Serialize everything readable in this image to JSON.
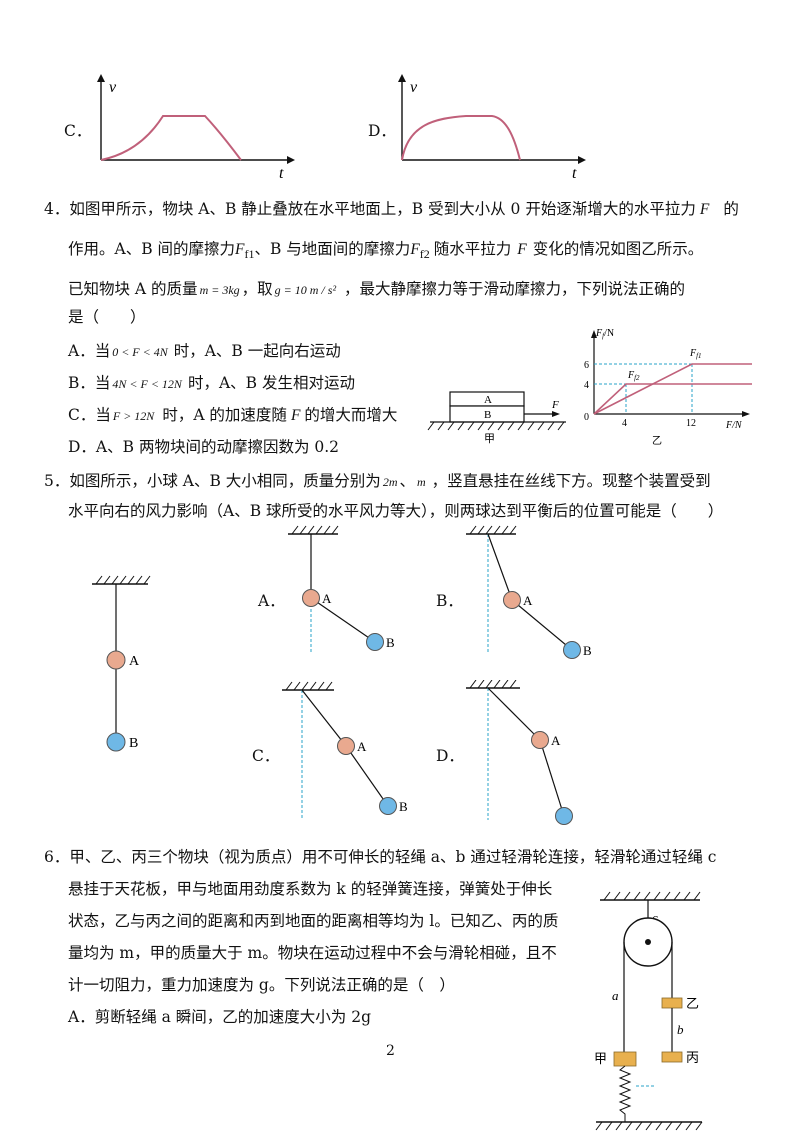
{
  "q3": {
    "c_label": "C．",
    "d_label": "D．",
    "axis_v": "v",
    "axis_t": "t"
  },
  "q4": {
    "line1a": "4．如图甲所示，物块 A、B 静止叠放在水平地面上，B 受到大小从 0 开始逐渐增大的水平拉力",
    "line1b": "的",
    "line2a": "作用。A、B 间的摩擦力",
    "line2b": "、B 与地面间的摩擦力",
    "line2c": "随水平拉力",
    "line2d": "变化的情况如图乙所示。",
    "line3a": "已知物块 A 的质量",
    "line3b": "，取",
    "line3c": "，最大静摩擦力等于滑动摩擦力，下列说法正确的",
    "line4": "是（　　）",
    "F": "F",
    "Ff1": "F",
    "Ff1_sub": "f1",
    "Ff2": "F",
    "Ff2_sub": "f2",
    "mass": "m = 3kg",
    "g": "g = 10 m / s²",
    "opt_a1": "A．当",
    "opt_a_range": "0 < F < 4N",
    "opt_a2": "时，A、B 一起向右运动",
    "opt_b1": "B．当",
    "opt_b_range": "4N < F < 12N",
    "opt_b2": "时，A、B 发生相对运动",
    "opt_c1": "C．当",
    "opt_c_range": "F > 12N",
    "opt_c2": "时，A 的加速度随",
    "opt_c3": "的增大而增大",
    "opt_d": "D．A、B 两物块间的动摩擦因数为 0.2",
    "fig_jia": "甲",
    "fig_yi": "乙",
    "block_a": "A",
    "block_b": "B",
    "graph": {
      "ylabel": "F",
      "ylabel_sub": "f",
      "ylabel_unit": "/N",
      "xlabel": "F/N",
      "origin": "0",
      "tick_y_6": "6",
      "tick_y_4": "4",
      "tick_x_4": "4",
      "tick_x_12": "12",
      "label_ff1": "F",
      "label_ff1_sub": "f1",
      "label_ff2": "F",
      "label_ff2_sub": "f2"
    }
  },
  "q5": {
    "line1a": "5．如图所示，小球 A、B 大小相同，质量分别为",
    "line1_m1": "2m",
    "line1_m2": "m",
    "line1b": "，竖直悬挂在丝线下方。现整个装置受到",
    "line2": "水平向右的风力影响（A、B 球所受的水平风力等大），则两球达到平衡后的位置可能是（　　）",
    "ball_a": "A",
    "ball_b": "B",
    "opt_a": "A．",
    "opt_b": "B．",
    "opt_c": "C．",
    "opt_d": "D．"
  },
  "q6": {
    "line1": "6．甲、乙、丙三个物块（视为质点）用不可伸长的轻绳 a、b 通过轻滑轮连接，轻滑轮通过轻绳 c",
    "line2": "悬挂于天花板，甲与地面用劲度系数为 k 的轻弹簧连接，弹簧处于伸长",
    "line3": "状态，乙与丙之间的距离和丙到地面的距离相等均为 l。已知乙、丙的质",
    "line4": "量均为 m，甲的质量大于 m。物块在运动过程中不会与滑轮相碰，且不",
    "line5": "计一切阻力，重力加速度为 g。下列说法正确的是（　）",
    "opt_a": "A．剪断轻绳 a 瞬间，乙的加速度大小为 2g",
    "rope_a": "a",
    "rope_b": "b",
    "rope_c": "c",
    "block_jia": "甲",
    "block_yi": "乙",
    "block_bing": "丙"
  },
  "page_number": "2",
  "colors": {
    "graph_line": "#c0607a",
    "dashed_guide": "#2aa3c9",
    "ball_a_fill": "#e9a98f",
    "ball_b_fill": "#6fb8e6",
    "block_fill": "#e8b04e"
  }
}
